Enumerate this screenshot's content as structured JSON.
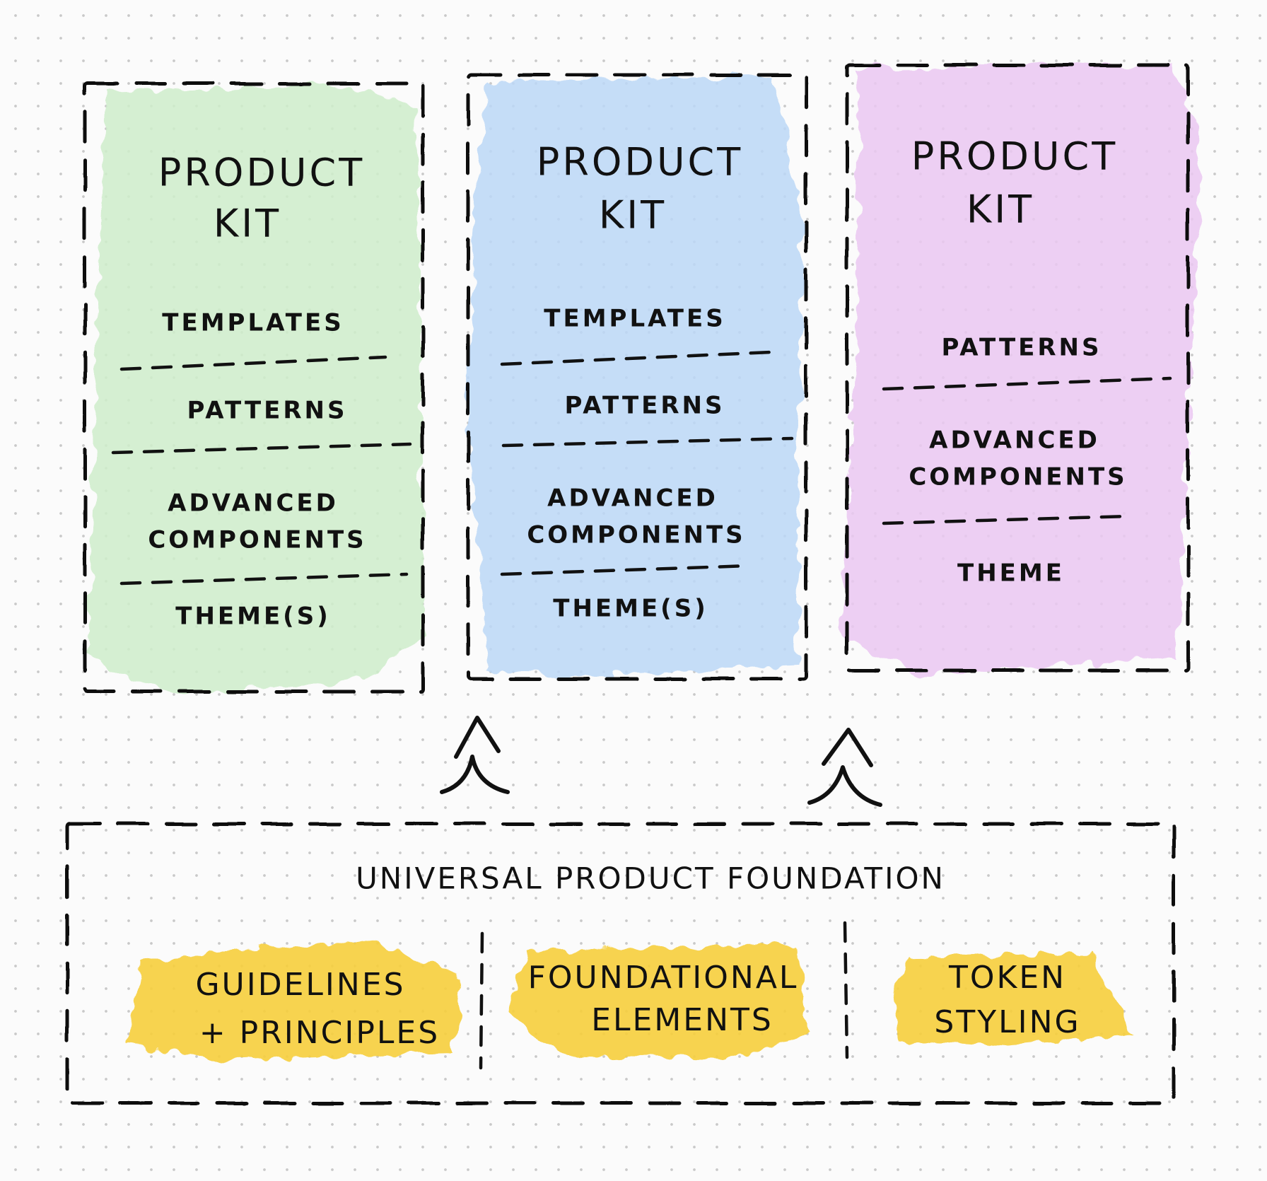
{
  "colors": {
    "kit_1": "#cfeecb",
    "kit_2": "#bcd8f7",
    "kit_3": "#ebc8f2",
    "foundation_highlight": "#f7cf3d",
    "ink": "#111111"
  },
  "product_kits": [
    {
      "title_line_1": "PRODUCT",
      "title_line_2": "KIT",
      "layers": [
        "TEMPLATES",
        "PATTERNS",
        "ADVANCED",
        "COMPONENTS",
        "THEME(S)"
      ]
    },
    {
      "title_line_1": "PRODUCT",
      "title_line_2": "KIT",
      "layers": [
        "TEMPLATES",
        "PATTERNS",
        "ADVANCED",
        "COMPONENTS",
        "THEME(S)"
      ]
    },
    {
      "title_line_1": "PRODUCT",
      "title_line_2": "KIT",
      "layers": [
        "PATTERNS",
        "ADVANCED",
        "COMPONENTS",
        "THEME"
      ]
    }
  ],
  "foundation": {
    "title": "UNIVERSAL PRODUCT FOUNDATION",
    "items": [
      {
        "line_1": "GUIDELINES",
        "line_2": "+ PRINCIPLES"
      },
      {
        "line_1": "FOUNDATIONAL",
        "line_2": "ELEMENTS"
      },
      {
        "line_1": "TOKEN",
        "line_2": "STYLING"
      }
    ]
  }
}
